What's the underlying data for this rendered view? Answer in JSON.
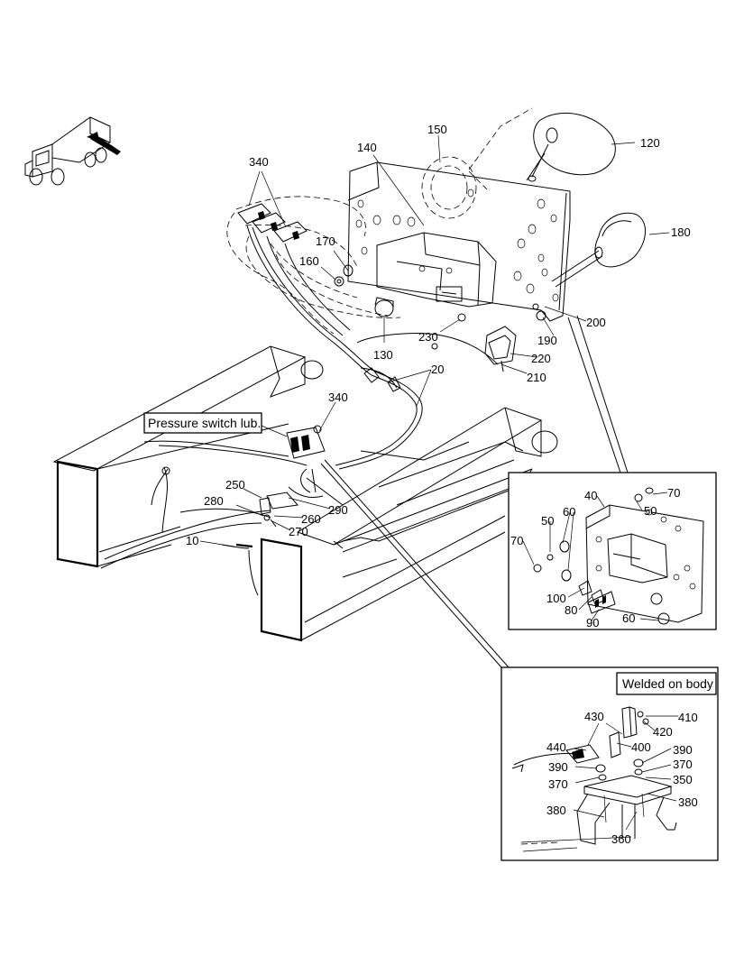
{
  "callouts": {
    "c10": "10",
    "c20": "20",
    "c40": "40",
    "c50a": "50",
    "c50b": "50",
    "c60a": "60",
    "c60b": "60",
    "c70a": "70",
    "c70b": "70",
    "c80": "80",
    "c90": "90",
    "c100": "100",
    "c120": "120",
    "c130": "130",
    "c140": "140",
    "c150": "150",
    "c160": "160",
    "c170": "170",
    "c180": "180",
    "c190": "190",
    "c200": "200",
    "c210": "210",
    "c220": "220",
    "c230": "230",
    "c250": "250",
    "c260": "260",
    "c270": "270",
    "c280": "280",
    "c290": "290",
    "c340a": "340",
    "c340b": "340",
    "c350": "350",
    "c360": "360",
    "c370a": "370",
    "c370b": "370",
    "c380a": "380",
    "c380b": "380",
    "c390a": "390",
    "c390b": "390",
    "c400": "400",
    "c410": "410",
    "c420": "420",
    "c430": "430",
    "c440": "440"
  },
  "notes": {
    "pressure_switch": "Pressure switch lub.",
    "welded_on_body": "Welded on body"
  }
}
